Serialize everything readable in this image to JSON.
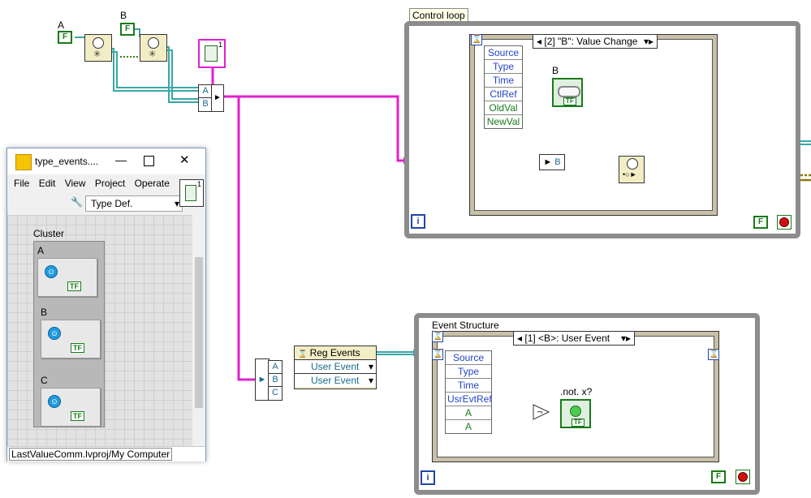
{
  "controls": {
    "a_label": "A",
    "b_label": "B",
    "false_glyph": "F"
  },
  "bundler": {
    "inputs": [
      "A",
      "B"
    ]
  },
  "typedef_icon": {
    "badge": "1"
  },
  "control_loop": {
    "label": "Control loop",
    "case_selector": "[2] \"B\": Value Change",
    "event_data": [
      "Source",
      "Type",
      "Time",
      "CtlRef",
      "OldVal",
      "NewVal"
    ],
    "indicator_label": "B",
    "bundle_input": "B",
    "iteration": "i"
  },
  "register": {
    "title": "Reg Events",
    "rows": [
      "User Event",
      "User Event"
    ],
    "cluster_inputs": [
      "A",
      "B",
      "C"
    ]
  },
  "event_structure": {
    "label": "Event Structure",
    "case_selector": "[1] <B>: User Event",
    "event_data": [
      "Source",
      "Type",
      "Time",
      "UsrEvtRef",
      "A",
      "A"
    ],
    "not_label": ".not. x?",
    "iteration": "i"
  },
  "window": {
    "title": "type_events....",
    "menu": [
      "File",
      "Edit",
      "View",
      "Project",
      "Operate"
    ],
    "typedef_select": "Type Def.",
    "cluster_label": "Cluster",
    "items": [
      "A",
      "B",
      "C"
    ],
    "tf_text": "TF",
    "status": "LastValueComm.lvproj/My Computer",
    "badge": "1"
  },
  "colors": {
    "wire_cluster": "#e020d0",
    "wire_ref": "#3aa6a6",
    "wire_bool": "#4a8a1a",
    "frame": "#8c8c8c"
  }
}
